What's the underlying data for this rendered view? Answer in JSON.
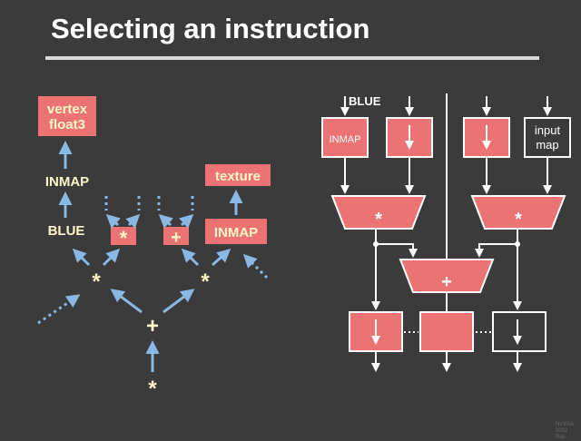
{
  "slide": {
    "title": "Selecting an instruction",
    "corner_tag": [
      "NVIDIA ·",
      "2002 · Rev"
    ]
  },
  "colors": {
    "background": "#3b3b3b",
    "accent_box": "#ec7374",
    "arrow_blue": "#8ab8e4",
    "label_yellow": "#fff6c8",
    "white": "#ffffff"
  },
  "expression_tree": {
    "vertex_box": [
      "vertex",
      "float3"
    ],
    "texture_box": "texture",
    "inmap_top": "INMAP",
    "inmap_right": "INMAP",
    "blue_leaf": "BLUE",
    "mul_box": "*",
    "add_box": "+",
    "mul_left": "*",
    "mul_right": "*",
    "add_center": "+",
    "mul_bottom": "*"
  },
  "datapath": {
    "blue_label": "BLUE",
    "inmap_box": "INMAP",
    "input_map_box": [
      "input",
      "map"
    ],
    "mul_unit_left": "*",
    "mul_unit_right": "*",
    "add_unit": "+"
  }
}
